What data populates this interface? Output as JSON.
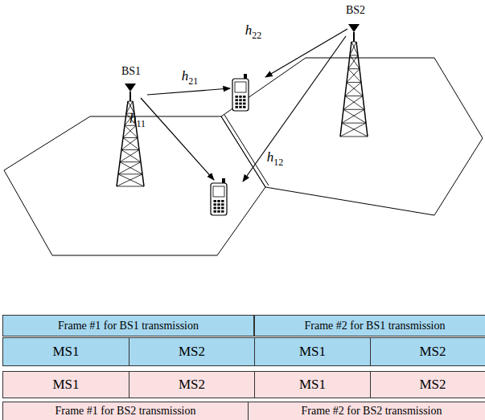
{
  "diagram": {
    "nodes": [
      {
        "text": [
          "Frame #1 for BS1 transmission"
        ]
      },
      {
        "text": [
          "Frame #2 for BS1 transmission"
        ]
      },
      {
        "text": [
          "MS1"
        ]
      },
      {
        "text": [
          "MS2"
        ]
      },
      {
        "text": [
          "MS1"
        ]
      },
      {
        "text": [
          "MS2"
        ]
      },
      {
        "text": [
          "MS1"
        ]
      },
      {
        "text": [
          "MS2"
        ]
      },
      {
        "text": [
          "MS1"
        ]
      },
      {
        "text": [
          "MS2"
        ]
      },
      {
        "text": [
          "Frame #1 for BS2 transmission"
        ]
      },
      {
        "text": [
          "Frame #2 for BS2 transmission"
        ]
      }
    ],
    "labels": [
      "BS2",
      "h22",
      "BS1",
      "h21",
      "h11",
      "h12"
    ]
  }
}
